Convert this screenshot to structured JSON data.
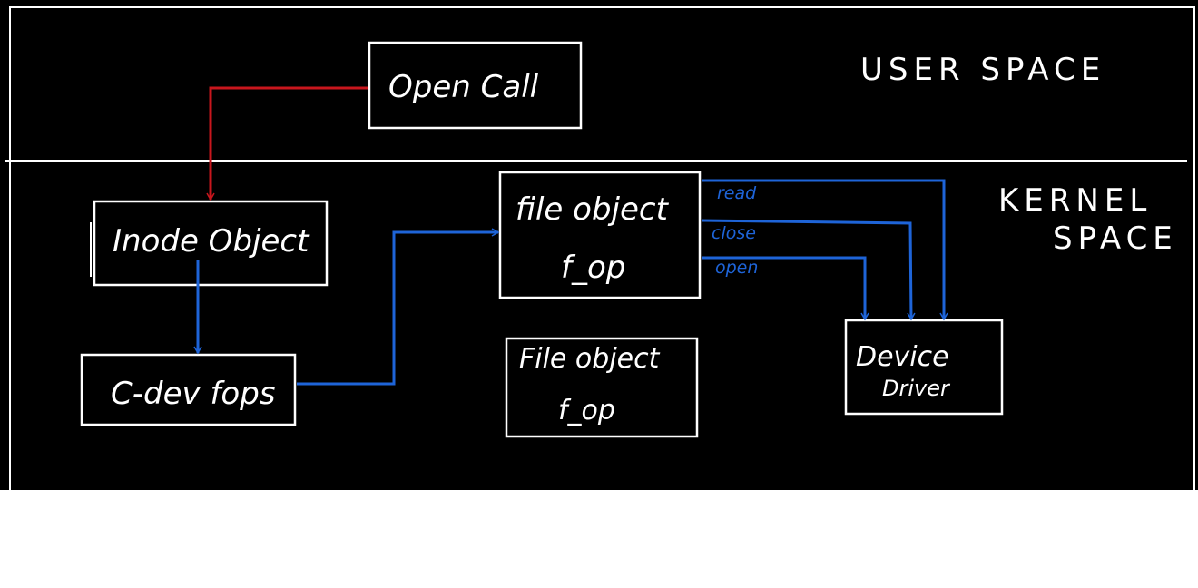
{
  "colors": {
    "background": "#000000",
    "page": "#ffffff",
    "ink": "#ffffff",
    "blue": "#1e64d8",
    "red": "#c8161d"
  },
  "regions": {
    "user": "USER SPACE",
    "kernel_line1": "KERNEL",
    "kernel_line2": "SPACE"
  },
  "boxes": {
    "open_call": "Open Call",
    "inode": "Inode Object",
    "cdev": "C-dev fops",
    "file1_line1": "file object",
    "file1_line2": "f_op",
    "file2_line1": "File object",
    "file2_line2": "f_op",
    "driver_line1": "Device",
    "driver_line2": "Driver"
  },
  "edges": {
    "read": "read",
    "close": "close",
    "open": "open"
  }
}
